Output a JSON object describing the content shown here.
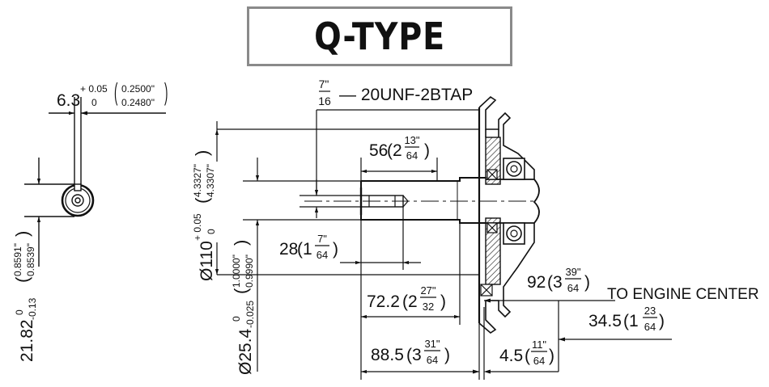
{
  "title": "Q-TYPE",
  "labels": {
    "tap_frac_num": "7\"",
    "tap_frac_den": "16",
    "tap_spec": "— 20UNF-2BTAP",
    "key_width_main": "6.3",
    "key_width_tol_upper": "+ 0.05",
    "key_width_tol_lower": "0",
    "key_width_inch_upper": "0.2500\"",
    "key_width_inch_lower": "0.2480\"",
    "key_height_main": "21.82",
    "key_height_tol_upper": "0",
    "key_height_tol_lower": "-0.13",
    "key_height_inch_upper": "0.8591\"",
    "key_height_inch_lower": "0.8539\"",
    "dia110_main": "Ø110",
    "dia110_tol_upper": "+ 0.05",
    "dia110_tol_lower": "0",
    "dia110_inch_upper": "4.3327\"",
    "dia110_inch_lower": "4.3307\"",
    "dia25_main": "Ø25.4",
    "dia25_tol_upper": "0",
    "dia25_tol_lower": "-0.025",
    "dia25_inch_upper": "1.0000\"",
    "dia25_inch_lower": "0.9990\"",
    "d56_main": "56",
    "d56_whole": "(2",
    "d56_num": "13\"",
    "d56_den": "64",
    "d56_close": ")",
    "d28_main": "28",
    "d28_whole": "(1",
    "d28_num": "7\"",
    "d28_den": "64",
    "d28_close": ")",
    "d722_main": "72.2",
    "d722_whole": "(2",
    "d722_num": "27\"",
    "d722_den": "32",
    "d722_close": ")",
    "d885_main": "88.5",
    "d885_whole": "(3",
    "d885_num": "31\"",
    "d885_den": "64",
    "d885_close": ")",
    "d92_main": "92",
    "d92_whole": "(3",
    "d92_num": "39\"",
    "d92_den": "64",
    "d92_close": ")",
    "engine_center": "TO ENGINE CENTER",
    "d345_main": "34.5",
    "d345_whole": "(1",
    "d345_num": "23",
    "d345_den": "64",
    "d345_close": ")",
    "d45_main": "4.5",
    "d45_whole": "(",
    "d45_num": "11\"",
    "d45_den": "64",
    "d45_close": ")"
  }
}
